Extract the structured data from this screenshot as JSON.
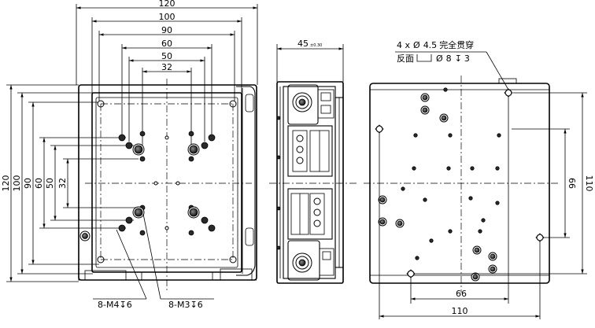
{
  "front_view": {
    "horizontal_dims": [
      "120",
      "100",
      "90",
      "60",
      "50",
      "32"
    ],
    "vertical_dims": [
      "120",
      "100",
      "90",
      "60",
      "50",
      "32"
    ],
    "callouts": {
      "m4": "8-M4",
      "m4_depth": "6",
      "m3": "8-M3",
      "m3_depth": "6"
    }
  },
  "side_view": {
    "width_dim": "45",
    "tolerance": "±0.30"
  },
  "rear_view": {
    "note_line1": {
      "prefix": "4 x",
      "diameter": "4.5",
      "suffix": "完全贯穿"
    },
    "note_line2": {
      "prefix": "反面",
      "diameter": "8",
      "depth": "3"
    },
    "bottom_dims": [
      "66",
      "110"
    ],
    "right_dims": [
      "66",
      "110"
    ]
  },
  "colors": {
    "ink": "#000000",
    "background": "#ffffff",
    "hole_dark": "#2a2a2a"
  }
}
